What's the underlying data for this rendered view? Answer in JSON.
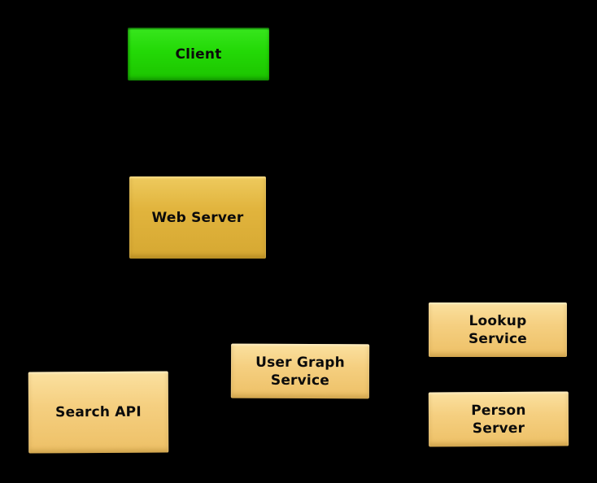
{
  "diagram": {
    "background_color": "#000000",
    "text_color": "#000000",
    "node_colors": {
      "client_green": "#23d906",
      "web_server_gold": "#e1b43d",
      "service_gold_light": "#f5cf80"
    },
    "nodes": [
      {
        "id": "client",
        "label": "Client"
      },
      {
        "id": "web-server",
        "label": "Web Server"
      },
      {
        "id": "search-api",
        "label": "Search API"
      },
      {
        "id": "user-graph-service",
        "label": "User Graph\nService"
      },
      {
        "id": "lookup-service",
        "label": "Lookup\nService"
      },
      {
        "id": "person-server",
        "label": "Person\nServer"
      }
    ]
  }
}
